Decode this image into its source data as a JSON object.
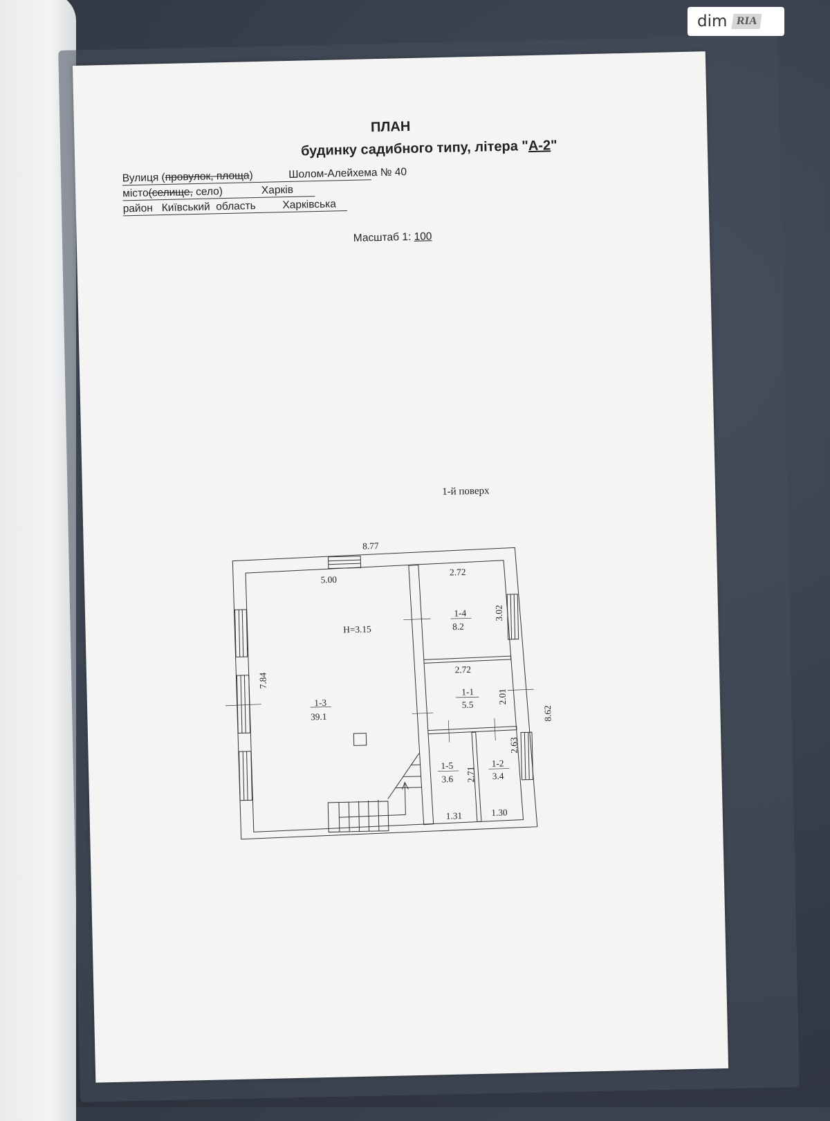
{
  "watermark": {
    "text_left": "dim",
    "text_right": "RIA"
  },
  "document": {
    "title": "ПЛАН",
    "subtitle_prefix": "будинку садибного типу, літера \"",
    "letter": "А-2",
    "subtitle_suffix": "\"",
    "street_label": "Вулиця (",
    "street_struck": "провулок, площа",
    "street_label_end": ")",
    "street_value": "Шолом-Алейхема № 40",
    "city_label": "місто",
    "city_struck": "(селище,",
    "city_label_end": " село)",
    "city_value": "Харків",
    "district_label": "район",
    "district_value": "Київський",
    "region_label": "область",
    "region_value": "Харківська",
    "scale_label": "Масштаб 1: ",
    "scale_value": "100",
    "floor_label": "1-й поверх"
  },
  "plan": {
    "overall_width": "8.77",
    "overall_depth": "8.62",
    "height": "H=3.15",
    "dims": {
      "main_width": "5.00",
      "main_depth": "7.84",
      "r14_width": "2.72",
      "r14_depth": "3.02",
      "r11_width": "2.72",
      "r11_depth": "2.01",
      "r12_depth": "2.63",
      "r15_depth": "2.71",
      "r15_width": "1.31",
      "r12_width": "1.30"
    },
    "rooms": [
      {
        "id": "1-3",
        "area": "39.1"
      },
      {
        "id": "1-4",
        "area": "8.2"
      },
      {
        "id": "1-1",
        "area": "5.5"
      },
      {
        "id": "1-5",
        "area": "3.6"
      },
      {
        "id": "1-2",
        "area": "3.4"
      }
    ]
  }
}
